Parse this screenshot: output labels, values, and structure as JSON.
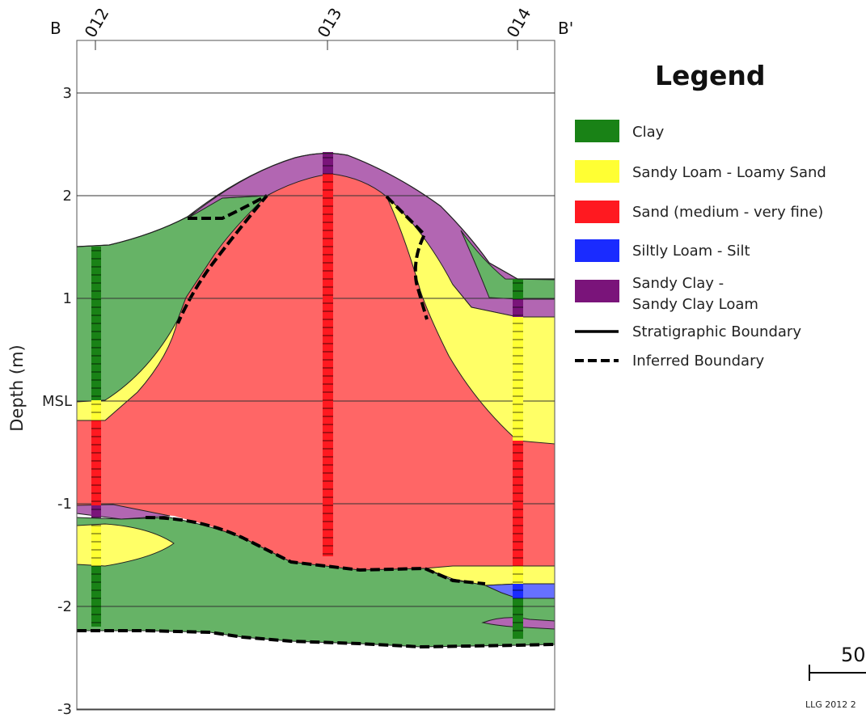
{
  "header": {
    "left_label": "B",
    "right_label": "B'"
  },
  "boreholes": [
    {
      "id": "012",
      "label": "012"
    },
    {
      "id": "013",
      "label": "013"
    },
    {
      "id": "014",
      "label": "014"
    }
  ],
  "y_axis": {
    "label": "Depth (m)",
    "ticks": [
      "3",
      "2",
      "1",
      "MSL",
      "-1",
      "-2",
      "-3"
    ]
  },
  "legend": {
    "title": "Legend",
    "items": [
      {
        "key": "clay",
        "label": "Clay",
        "color": "#198216"
      },
      {
        "key": "sandy-loam",
        "label": "Sandy Loam - Loamy Sand",
        "color": "#ffff33"
      },
      {
        "key": "sand",
        "label": "Sand (medium - very fine)",
        "color": "#ff1920"
      },
      {
        "key": "silty-loam",
        "label": "Siltly Loam - Silt",
        "color": "#1a2bff"
      },
      {
        "key": "sandy-clay",
        "label_line1": "Sandy Clay -",
        "label_line2": "Sandy Clay Loam",
        "color": "#7a147a"
      }
    ],
    "lines": [
      {
        "key": "stratigraphic",
        "label": "Stratigraphic Boundary"
      },
      {
        "key": "inferred",
        "label": "Inferred Boundary"
      }
    ]
  },
  "scale": {
    "label": "50"
  },
  "footer": {
    "credit": "LLG 2012 2"
  },
  "unit_fill_colors": {
    "clay": "#66b366",
    "sandy_loam": "#ffff66",
    "sand": "#ff6666",
    "silty_loam": "#6670ff",
    "sandy_clay": "#b266b2"
  }
}
